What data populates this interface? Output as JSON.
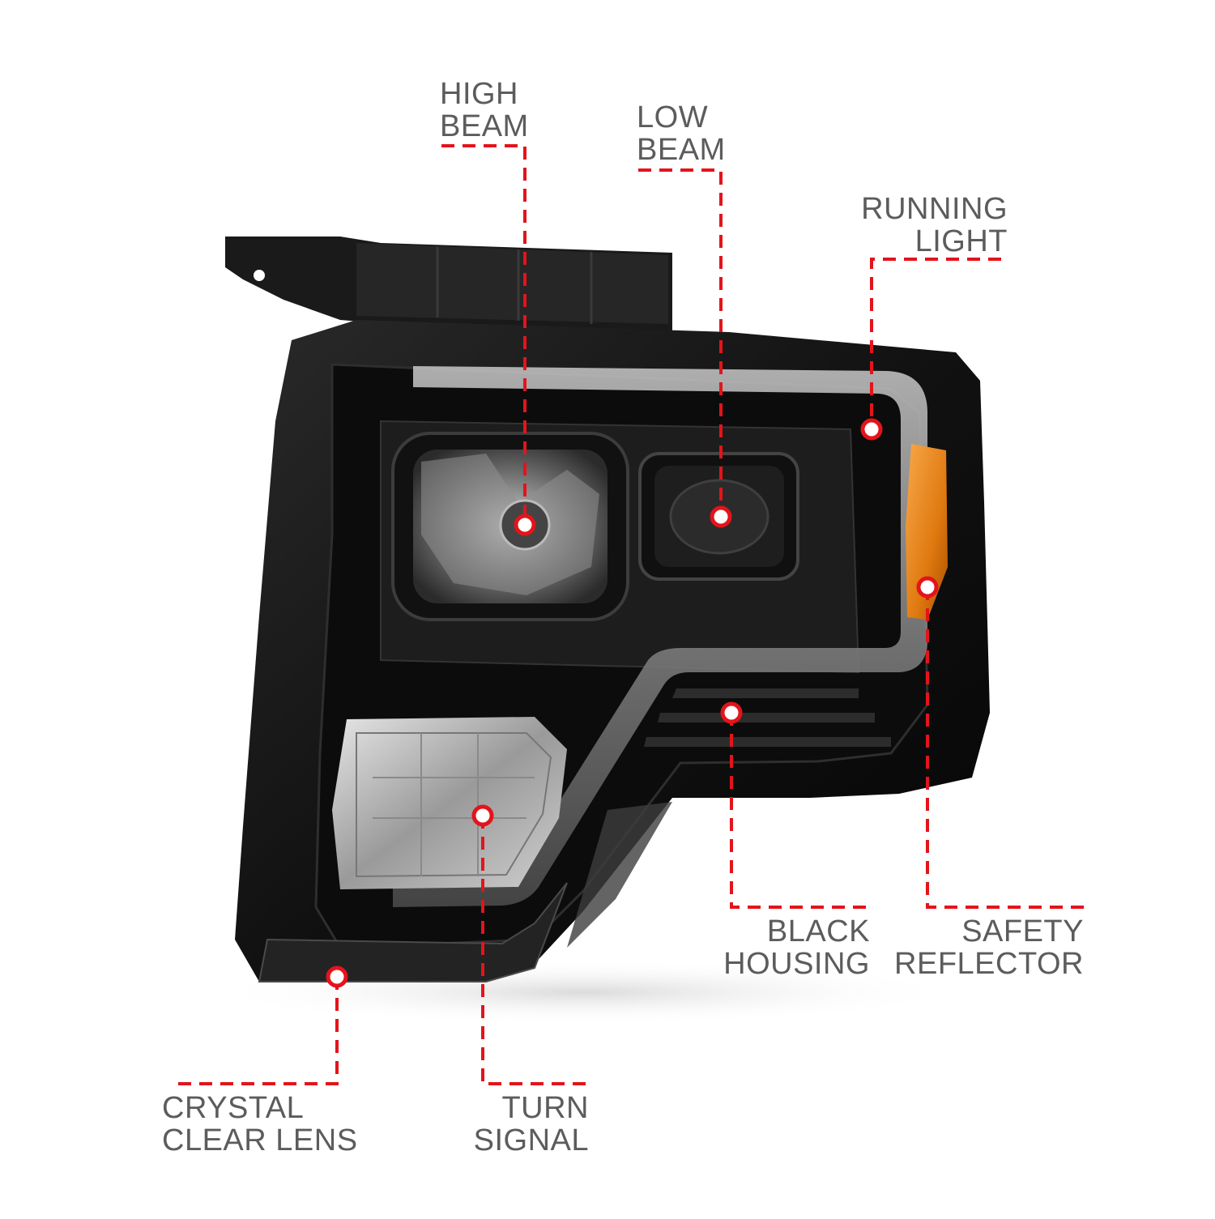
{
  "colors": {
    "callout": "#e3141b",
    "label_text": "#5c5c5c",
    "housing": "#121212",
    "amber": "#e8871a"
  },
  "callouts": {
    "high_beam": {
      "line1": "HIGH",
      "line2": "BEAM"
    },
    "low_beam": {
      "line1": "LOW",
      "line2": "BEAM"
    },
    "running_light": {
      "line1": "RUNNING",
      "line2": "LIGHT"
    },
    "black_housing": {
      "line1": "BLACK",
      "line2": "HOUSING"
    },
    "safety_reflector": {
      "line1": "SAFETY",
      "line2": "REFLECTOR"
    },
    "crystal_clear_lens": {
      "line1": "CRYSTAL",
      "line2": "CLEAR LENS"
    },
    "turn_signal": {
      "line1": "TURN",
      "line2": "SIGNAL"
    }
  }
}
